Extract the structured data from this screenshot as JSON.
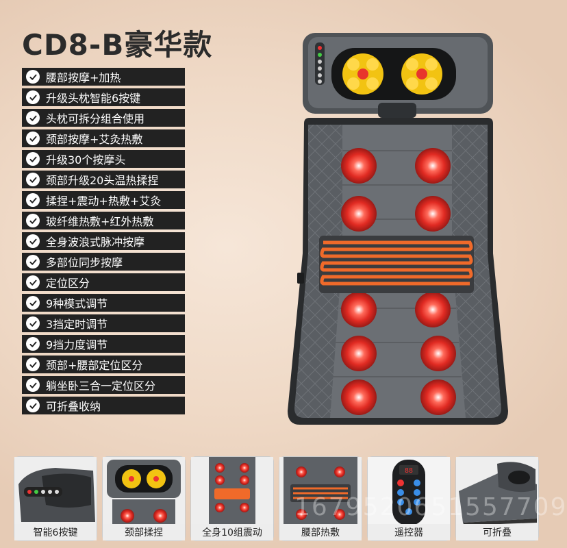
{
  "title": "CD8-B豪华款",
  "features": [
    "腰部按摩+加热",
    "升级头枕智能6按键",
    "头枕可拆分组合使用",
    "颈部按摩+艾灸热敷",
    "升级30个按摩头",
    "颈部升级20头温热揉捏",
    "揉捏+震动+热敷+艾灸",
    "玻纤维热敷+红外热敷",
    "全身波浪式脉冲按摩",
    "多部位同步按摩",
    "定位区分",
    "9种模式调节",
    "3挡定时调节",
    "9挡力度调节",
    "颈部+腰部定位区分",
    "躺坐卧三合一定位区分",
    "可折叠收纳"
  ],
  "thumbnails": [
    {
      "caption": "智能6按键"
    },
    {
      "caption": "颈部揉捏"
    },
    {
      "caption": "全身10组震动"
    },
    {
      "caption": "腰部热敷"
    },
    {
      "caption": "遥控器"
    },
    {
      "caption": "可折叠"
    }
  ],
  "remote": {
    "display": "88"
  },
  "watermark": "1679520651557709",
  "colors": {
    "feature_bg": "#222222",
    "mat": "#5d6166",
    "heat_red": "#e8352c",
    "heat_orange": "#f06a2a",
    "roller_yellow": "#f4c51a"
  }
}
